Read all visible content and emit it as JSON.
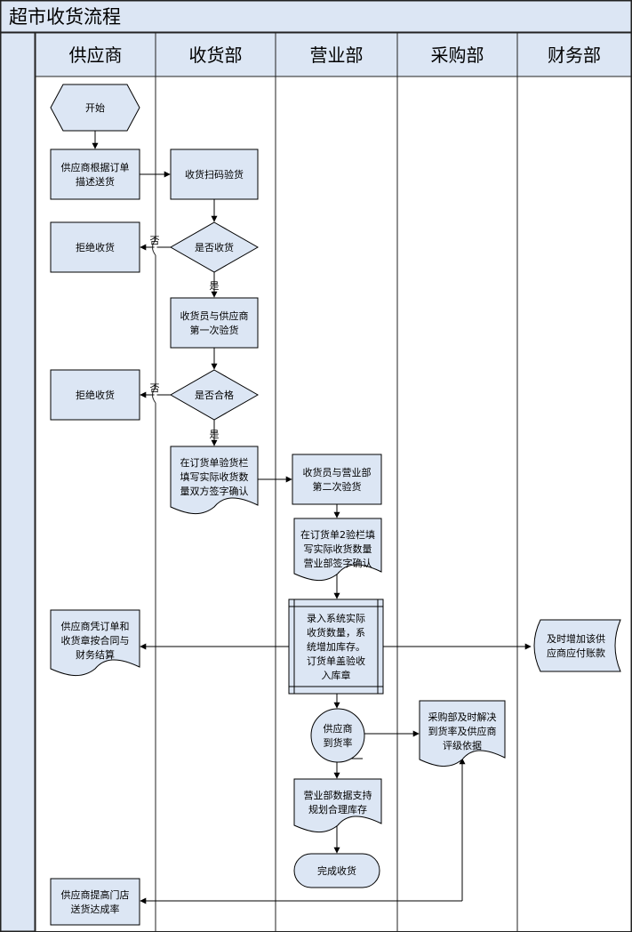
{
  "title": "超市收货流程",
  "lanes": [
    "供应商",
    "收货部",
    "营业部",
    "采购部",
    "财务部"
  ],
  "nodes": {
    "start": {
      "shape": "hexagon",
      "lines": [
        "开始"
      ]
    },
    "supplier_delivery": {
      "shape": "process",
      "lines": [
        "供应商根据订单",
        "描述送货"
      ]
    },
    "scan_check": {
      "shape": "process",
      "lines": [
        "收货扫码验货"
      ]
    },
    "reject_1": {
      "shape": "process",
      "lines": [
        "拒绝收货"
      ]
    },
    "decide_receive": {
      "shape": "decision",
      "lines": [
        "是否收货"
      ]
    },
    "first_check": {
      "shape": "process",
      "lines": [
        "收货员与供应商",
        "第一次验货"
      ]
    },
    "reject_2": {
      "shape": "process",
      "lines": [
        "拒绝收货"
      ]
    },
    "decide_qualified": {
      "shape": "decision",
      "lines": [
        "是否合格"
      ]
    },
    "sign_order": {
      "shape": "document",
      "lines": [
        "在订货单验货栏",
        "填写实际收货数",
        "量双方签字确认"
      ]
    },
    "second_check": {
      "shape": "process",
      "lines": [
        "收货员与营业部",
        "第二次验货"
      ]
    },
    "sales_sign": {
      "shape": "document",
      "lines": [
        "在订货单2验栏填",
        "写实际收货数量",
        "营业部签字确认"
      ]
    },
    "system_entry": {
      "shape": "subprocess",
      "lines": [
        "录入系统实际",
        "收货数量，系",
        "统增加库存。",
        "订货单盖验收",
        "入库章"
      ]
    },
    "supplier_settle": {
      "shape": "document",
      "lines": [
        "供应商凭订单和",
        "收货章按合同与",
        "财务结算"
      ]
    },
    "finance_payable": {
      "shape": "stored",
      "lines": [
        "及时增加该供",
        "应商应付账款"
      ]
    },
    "arrival_rate": {
      "shape": "circle",
      "lines": [
        "供应商",
        "到货率"
      ]
    },
    "purchase_rating": {
      "shape": "document",
      "lines": [
        "采购部及时解决",
        "到货率及供应商",
        "评级依据"
      ]
    },
    "sales_stock": {
      "shape": "document",
      "lines": [
        "营业部数据支持",
        "规划合理库存"
      ]
    },
    "finish": {
      "shape": "terminal",
      "lines": [
        "完成收货"
      ]
    },
    "supplier_improve": {
      "shape": "process",
      "lines": [
        "供应商提高门店",
        "送货达成率"
      ]
    }
  },
  "labels": {
    "no": "否",
    "yes": "是"
  },
  "colors": {
    "fill": "#dce6f4",
    "stroke": "#000000",
    "lane_border": "#222222"
  }
}
